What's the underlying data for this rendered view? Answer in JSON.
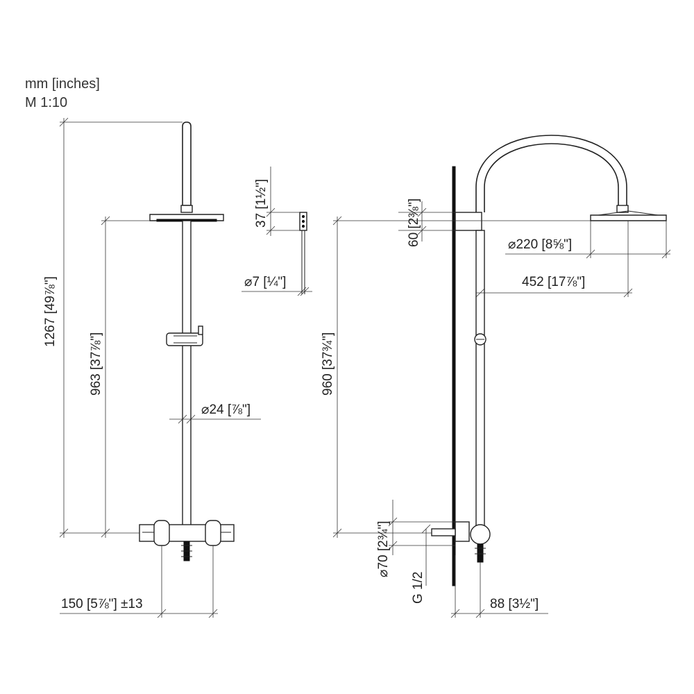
{
  "header": {
    "units": "mm [inches]",
    "scale": "M 1:10"
  },
  "front_view": {
    "height_total": "1267",
    "height_total_in": "49⅞\"",
    "height_head": "963",
    "height_head_in": "37⅞\"",
    "rod_diameter": "⌀24",
    "rod_diameter_in": "⅞\"",
    "center_distance": "150",
    "center_distance_in": "5⅞\"",
    "tolerance": "±13"
  },
  "detail_view": {
    "height": "37",
    "height_in": "1½\"",
    "diameter": "⌀7",
    "diameter_in": "¼\""
  },
  "side_view": {
    "bracket_height": "60",
    "bracket_height_in": "2⅜\"",
    "head_diameter": "⌀220",
    "head_diameter_in": "8⅝\"",
    "arm_reach": "452",
    "arm_reach_in": "17⅞\"",
    "height_head": "960",
    "height_head_in": "37¾\"",
    "outlet_diameter": "⌀70",
    "outlet_diameter_in": "2¾\"",
    "thread": "G 1/2",
    "wall_distance": "88",
    "wall_distance_in": "3½\""
  }
}
